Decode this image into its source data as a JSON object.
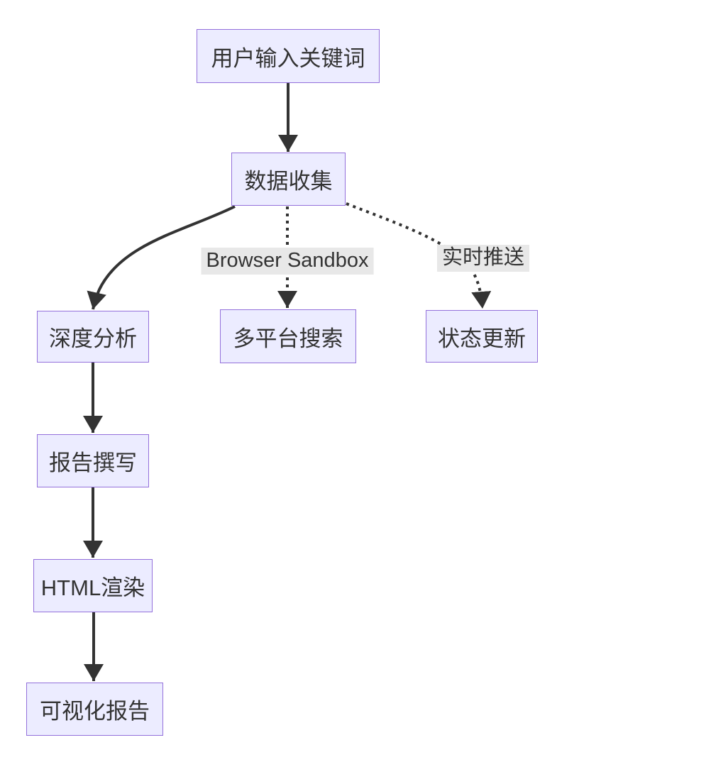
{
  "diagram": {
    "type": "flowchart",
    "direction": "top-down",
    "nodes": {
      "input": {
        "label": "用户输入关键词"
      },
      "collect": {
        "label": "数据收集"
      },
      "analyze": {
        "label": "深度分析"
      },
      "search": {
        "label": "多平台搜索"
      },
      "status": {
        "label": "状态更新"
      },
      "report": {
        "label": "报告撰写"
      },
      "render": {
        "label": "HTML渲染"
      },
      "visual": {
        "label": "可视化报告"
      }
    },
    "edges": [
      {
        "from": "用户输入关键词",
        "to": "数据收集",
        "style": "solid",
        "label": ""
      },
      {
        "from": "数据收集",
        "to": "深度分析",
        "style": "solid",
        "label": ""
      },
      {
        "from": "数据收集",
        "to": "多平台搜索",
        "style": "dotted",
        "label": "Browser Sandbox"
      },
      {
        "from": "数据收集",
        "to": "状态更新",
        "style": "dotted",
        "label": "实时推送"
      },
      {
        "from": "深度分析",
        "to": "报告撰写",
        "style": "solid",
        "label": ""
      },
      {
        "from": "报告撰写",
        "to": "HTML渲染",
        "style": "solid",
        "label": ""
      },
      {
        "from": "HTML渲染",
        "to": "可视化报告",
        "style": "solid",
        "label": ""
      }
    ],
    "colors": {
      "background": "#ffffff",
      "node_fill": "#ECECFF",
      "node_border": "#9370DB",
      "edge_stroke": "#333333",
      "text": "#333333",
      "edge_label_bg": "#e8e8e8"
    }
  }
}
